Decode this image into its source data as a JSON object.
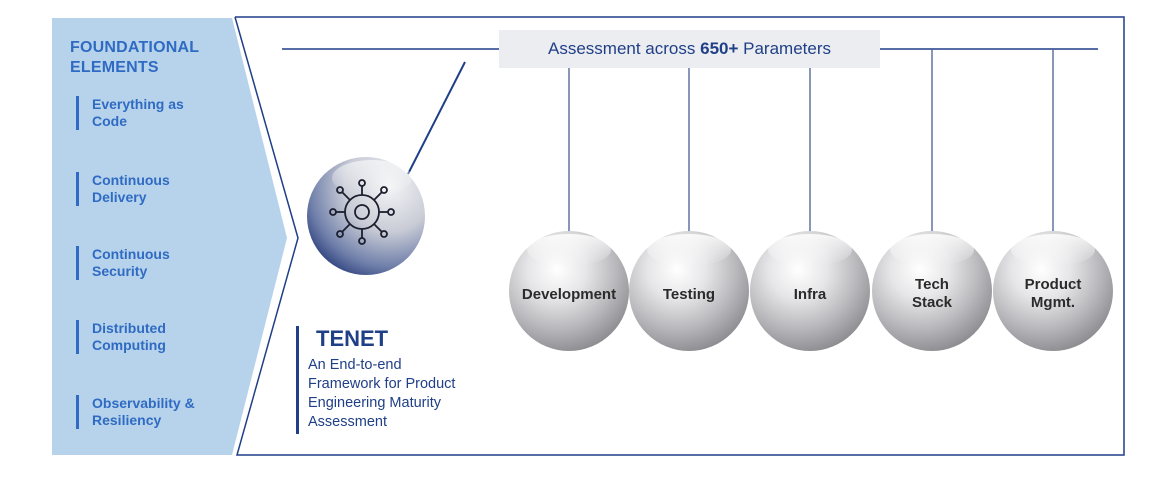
{
  "panel": {
    "title_line1": "FOUNDATIONAL",
    "title_line2": "ELEMENTS",
    "items": [
      {
        "line1": "Everything as",
        "line2": "Code"
      },
      {
        "line1": "Continuous",
        "line2": "Delivery"
      },
      {
        "line1": "Continuous",
        "line2": "Security"
      },
      {
        "line1": "Distributed",
        "line2": "Computing"
      },
      {
        "line1": "Observability &",
        "line2": "Resiliency"
      }
    ]
  },
  "tenet": {
    "title": "TENET",
    "desc_lines": [
      "An End-to-end",
      "Framework for Product",
      "Engineering Maturity",
      "Assessment"
    ]
  },
  "header": {
    "prefix": "Assessment across ",
    "emphasis": "650+",
    "suffix": " Parameters"
  },
  "spheres": [
    {
      "line1": "Development",
      "line2": ""
    },
    {
      "line1": "Testing",
      "line2": ""
    },
    {
      "line1": "Infra",
      "line2": ""
    },
    {
      "line1": "Tech",
      "line2": "Stack"
    },
    {
      "line1": "Product",
      "line2": "Mgmt."
    }
  ],
  "colors": {
    "panel_bg": "#b7d3ec",
    "accent_blue": "#2f6bc2",
    "navy": "#1f3f87",
    "header_bg": "#ecedf1"
  },
  "icons": {
    "hub": "network-hub-icon"
  }
}
